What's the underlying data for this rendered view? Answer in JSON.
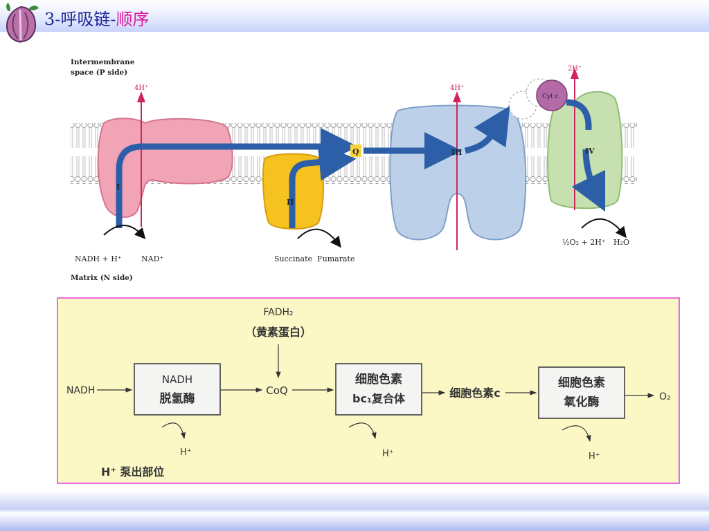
{
  "slide": {
    "title": "3-呼吸链-",
    "title_highlight": "顺序"
  },
  "membrane_figure": {
    "label_p_side": [
      "Intermembrane",
      "space (P side)"
    ],
    "label_n_side": "Matrix (N side)",
    "complex_I": "I",
    "complex_II": "II",
    "complex_III": "III",
    "complex_IV": "IV",
    "ubiquinone": "Q",
    "cytochrome_c": "Cyt c",
    "proton_I": "4H⁺",
    "proton_III": "4H⁺",
    "proton_IV": "2H⁺",
    "nadh": "NADH + H⁺",
    "nad": "NAD⁺",
    "succinate": "Succinate",
    "fumarate": "Fumarate",
    "oxygen_reaction": "½O₂ + 2H⁺",
    "water": "H₂O"
  },
  "flow_chart": {
    "nadh_in": "NADH",
    "fadh2": "FADH₂",
    "flavoprotein": "（黄素蛋白）",
    "box1_line1": "NADH",
    "box1_line2": "脱氢酶",
    "coq": "CoQ",
    "box2_line1": "细胞色素",
    "box2_line2": "bc₁复合体",
    "cyt_c": "细胞色素c",
    "box3_line1": "细胞色素",
    "box3_line2": "氧化酶",
    "o2": "O₂",
    "h_out_1": "H⁺",
    "h_out_2": "H⁺",
    "h_out_3": "H⁺",
    "pump_label": "H⁺ 泵出部位"
  }
}
